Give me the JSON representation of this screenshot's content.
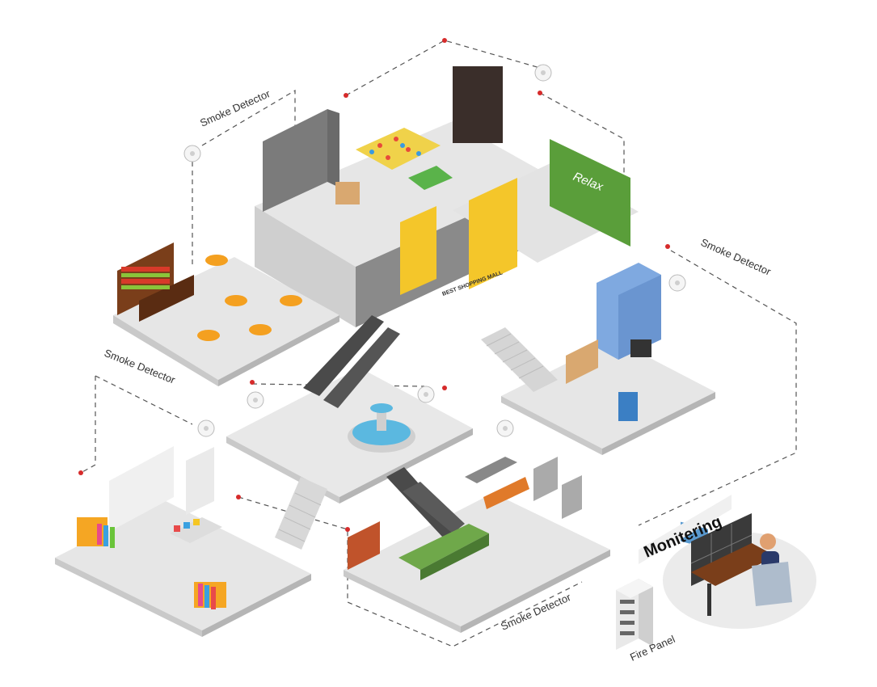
{
  "labels": {
    "smoke_detector_top": "Smoke Detector",
    "smoke_detector_right": "Smoke Detector",
    "smoke_detector_left": "Smoke Detector",
    "smoke_detector_bottom": "Smoke Detector",
    "monitoring": "Monitering",
    "fire_panel": "Fire Panel",
    "relax_sign": "Relax",
    "mall_floor_text": "BEST SHOPPING MALL"
  },
  "colors": {
    "floor": "#e6e6e6",
    "floor_side": "#c9c9c9",
    "wall_dark": "#7a7a7a",
    "wall_green": "#5a9e3a",
    "wall_yellow": "#f4c62a",
    "wall_blue": "#7fa9e0",
    "fountain_water": "#5bb8e0",
    "alarm_red": "#d62b2b",
    "dashed_line": "#555555"
  }
}
